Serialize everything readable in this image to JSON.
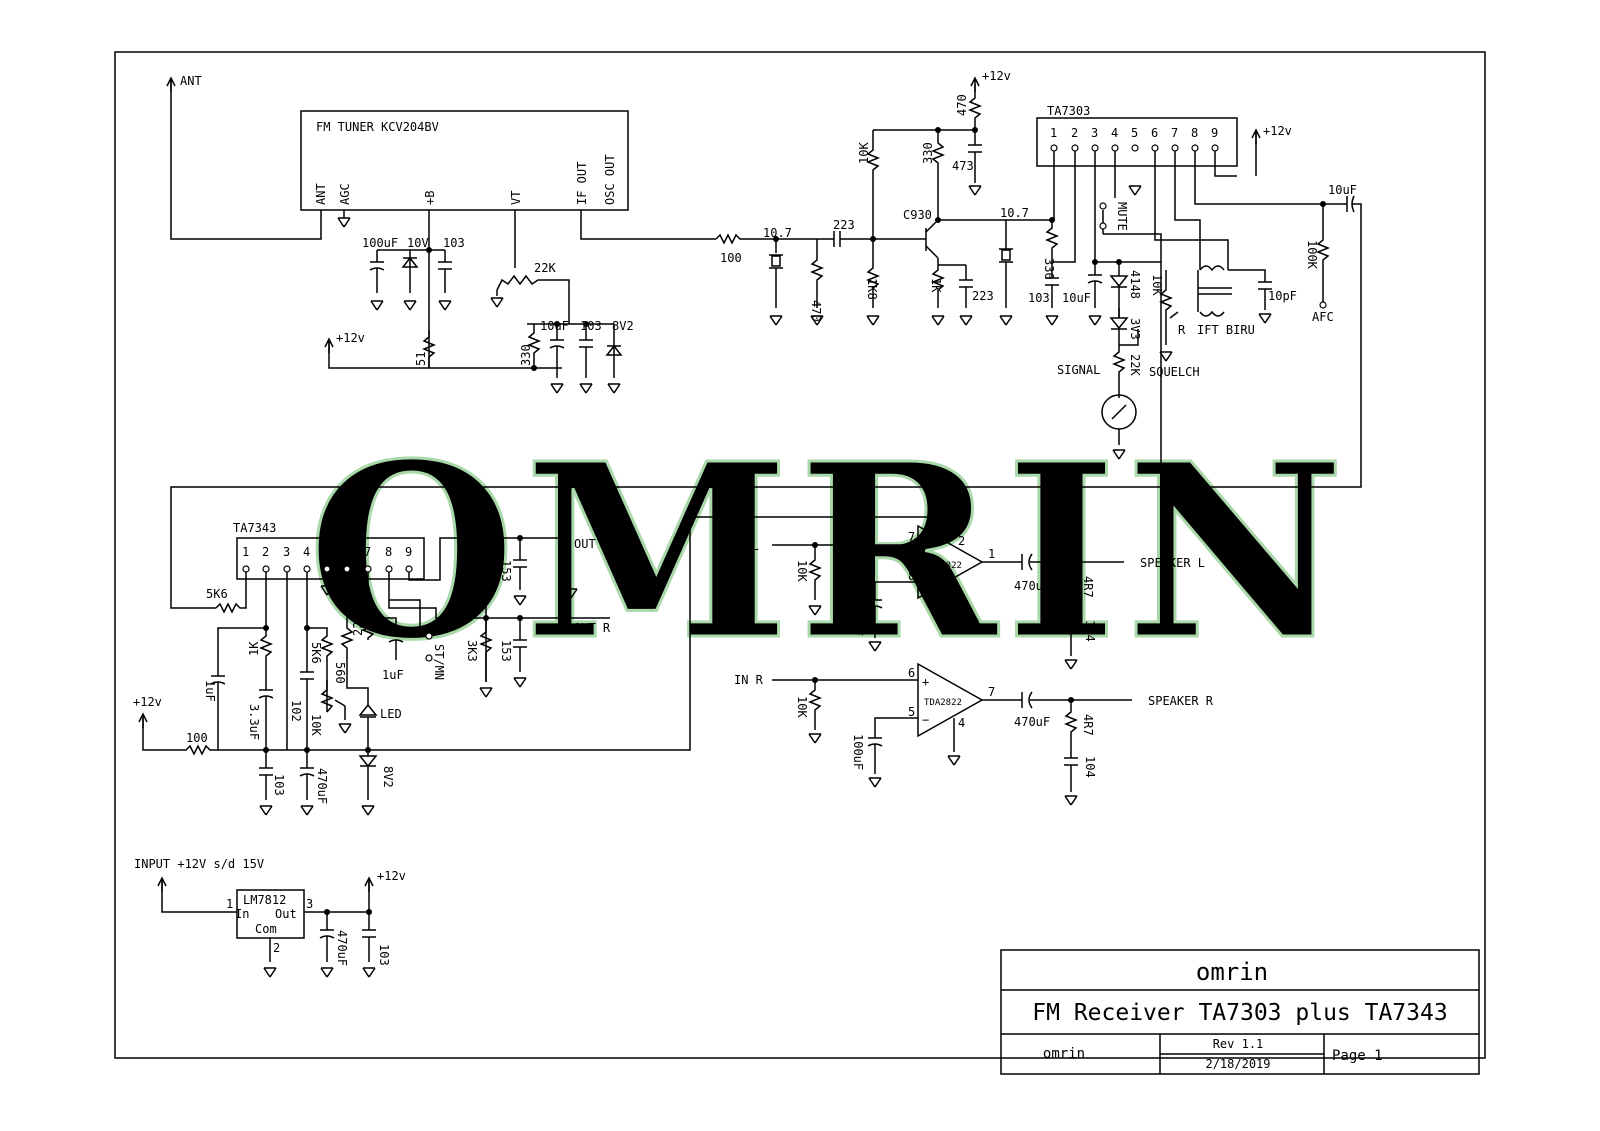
{
  "watermark": "OMRIN",
  "colors": {
    "line": "#000000",
    "watermark_fill": "#cdebcd",
    "watermark_stroke": "#a9d8a9",
    "paper": "#ffffff"
  },
  "tuner": {
    "title": "FM TUNER KCV204BV",
    "pins": [
      "ANT",
      "AGC",
      "+B",
      "VT",
      "IF OUT",
      "OSC OUT"
    ]
  },
  "top_labels": {
    "ant": "ANT",
    "v12_a": "+12v",
    "v12_b": "+12v",
    "v12_c": "+12v",
    "c100uf": "100uF",
    "z10v": "10V",
    "c103a": "103",
    "r51": "51",
    "r330a": "330",
    "pot22k": "22K",
    "c10uf_a": "10uF",
    "c103b": "103",
    "z8v2": "8V2",
    "r100a": "100",
    "xtal107a": "10.7",
    "r470a": "470",
    "c223a": "223",
    "r10k_a": "10K",
    "r1k8": "1K8",
    "q_c930": "C930",
    "r1k_a": "1K",
    "c223b": "223",
    "r470b": "470",
    "r330b": "330",
    "c473": "473",
    "xtal107b": "10.7",
    "r330c": "330",
    "c103c": "103",
    "c10uf_b": "10uF",
    "d4148": "4148",
    "d3v3": "3V3",
    "r10k_b": "10K",
    "r_r": "R",
    "mute": "MUTE",
    "squelch": "SQUELCH",
    "signal": "SIGNAL",
    "r22k_b": "22K",
    "ift": "IFT BIRU",
    "c10pf": "10pF",
    "c10uf_c": "10uF",
    "r100k": "100K",
    "afc": "AFC",
    "ic_ta7303": "TA7303",
    "ta7303_pins": [
      "1",
      "2",
      "3",
      "4",
      "5",
      "6",
      "7",
      "8",
      "9"
    ]
  },
  "decoder": {
    "ic_ta7343": "TA7343",
    "pins": [
      "1",
      "2",
      "3",
      "4",
      "5",
      "6",
      "7",
      "8",
      "9"
    ],
    "r5k6a": "5K6",
    "out_l": "OUT L",
    "out_r": "OUT R",
    "r3k3a": "3K3",
    "c153a": "153",
    "r3k3b": "3K3",
    "c153b": "153",
    "r220k": "220K",
    "c1uf_b": "1uF",
    "st_mn": "ST/MN",
    "r1k": "1K",
    "c3u3": "3.3uF",
    "c1uf": "1uF",
    "r5k6b": "5K6",
    "r560": "560",
    "c102": "102",
    "pot10k": "10K",
    "led": "LED",
    "z8v2": "8V2",
    "c103": "103",
    "c470uf": "470uF",
    "v12": "+12v",
    "r100": "100"
  },
  "amp": {
    "ic": "TDA2822",
    "in_l": "IN L",
    "in_r": "IN R",
    "spk_l": "SPEAKER L",
    "spk_r": "SPEAKER R",
    "r10k": "10K",
    "c100uf": "100uF",
    "c470uf": "470uF",
    "r4r7": "4R7",
    "c104": "104",
    "pins_l": [
      "7",
      "8",
      "2",
      "1"
    ],
    "pins_r": [
      "6",
      "5",
      "4",
      "7"
    ]
  },
  "regulator": {
    "input": "INPUT +12V s/d 15V",
    "ic": "LM7812",
    "in": "In",
    "out": "Out",
    "com": "Com",
    "pin1": "1",
    "pin2": "2",
    "pin3": "3",
    "v12": "+12v",
    "c470uf": "470uF",
    "c103": "103"
  },
  "title_block": {
    "company": "omrin",
    "title": "FM Receiver TA7303 plus TA7343",
    "author": "omrin",
    "rev": "Rev 1.1",
    "date": "2/18/2019",
    "page": "Page 1"
  }
}
